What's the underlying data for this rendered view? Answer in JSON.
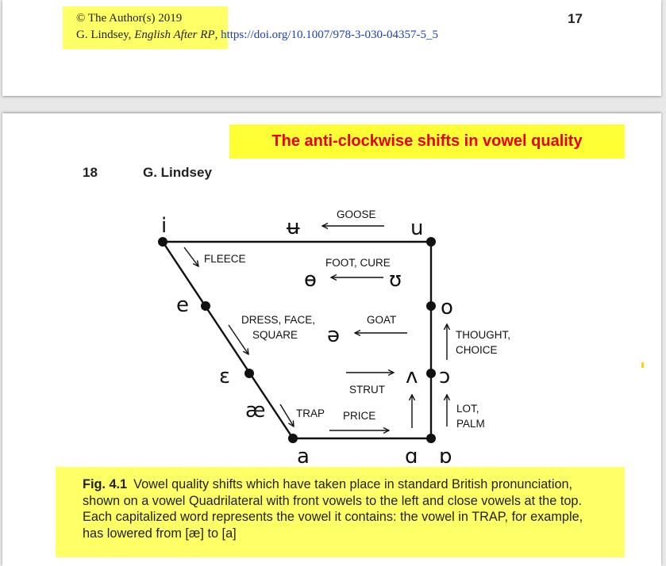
{
  "top_page": {
    "copyright": "© The Author(s) 2019",
    "citation_author": "G. Lindsey, ",
    "citation_title": "English After RP",
    "citation_sep": ", ",
    "doi": "https://doi.org/10.1007/978-3-030-04357-5_5",
    "page_number": "17"
  },
  "main_page": {
    "highlight_title": "The anti-clockwise shifts in vowel quality",
    "page_number": "18",
    "running_head": "G. Lindsey"
  },
  "figure": {
    "vowels": {
      "i": "i",
      "u_bar": "ʉ",
      "u": "u",
      "theta": "ɵ",
      "upsilon": "ʊ",
      "e": "e",
      "o": "o",
      "schwa": "ə",
      "epsilon": "ɛ",
      "wedge": "ʌ",
      "open_o": "ɔ",
      "ae": "æ",
      "a": "a",
      "alpha": "ɑ",
      "turned_alpha": "ɒ"
    },
    "labels": {
      "goose": "GOOSE",
      "fleece": "FLEECE",
      "foot_cure": "FOOT, CURE",
      "dress_1": "DRESS, FACE,",
      "dress_2": "SQUARE",
      "goat": "GOAT",
      "thought_1": "THOUGHT,",
      "thought_2": "CHOICE",
      "strut": "STRUT",
      "trap": "TRAP",
      "price": "PRICE",
      "lot_1": "LOT,",
      "lot_2": "PALM"
    }
  },
  "caption": {
    "label": "Fig. 4.1",
    "text": "Vowel quality shifts which have taken place in standard British pronunciation, shown on a vowel Quadrilateral with front vowels to the left and close vowels at the top. Each capitalized word represents the vowel it contains: the vowel in TRAP, for example, has lowered from [æ] to [a]"
  },
  "colors": {
    "highlight_yellow": "#ffff66",
    "title_yellow": "#ffff33",
    "title_red": "#e8000c",
    "link_blue": "#1a3cc8"
  }
}
